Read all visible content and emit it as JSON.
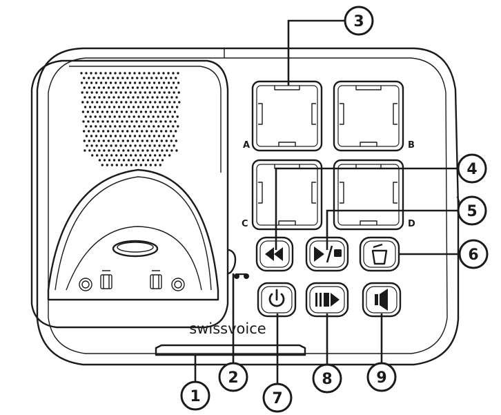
{
  "brand": "swissvoice",
  "memory_keys": [
    {
      "letter": "A",
      "name": "memory-key-a"
    },
    {
      "letter": "B",
      "name": "memory-key-b"
    },
    {
      "letter": "C",
      "name": "memory-key-c"
    },
    {
      "letter": "D",
      "name": "memory-key-d"
    }
  ],
  "buttons": [
    {
      "name": "rewind-button",
      "icon": "rewind-icon"
    },
    {
      "name": "play-stop-button",
      "icon": "play-stop-icon"
    },
    {
      "name": "delete-button",
      "icon": "trash-icon"
    },
    {
      "name": "power-button",
      "icon": "power-icon"
    },
    {
      "name": "skip-forward-button",
      "icon": "skip-forward-icon"
    },
    {
      "name": "volume-button",
      "icon": "speaker-icon"
    }
  ],
  "callouts": [
    "1",
    "2",
    "3",
    "4",
    "5",
    "6",
    "7",
    "8",
    "9"
  ],
  "colors": {
    "stroke": "#1a1a1a",
    "background": "#ffffff"
  }
}
